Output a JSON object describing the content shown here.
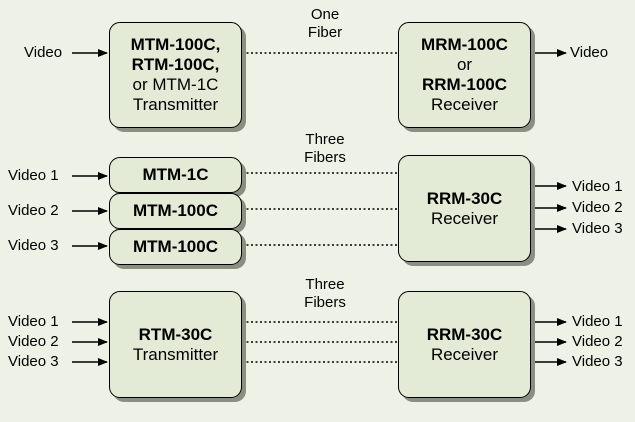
{
  "top": {
    "input": "Video",
    "fiber_label": [
      "One",
      "Fiber"
    ],
    "tx_lines": [
      "MTM-100C,",
      "RTM-100C,",
      "or MTM-1C",
      "Transmitter"
    ],
    "rx_lines": [
      "MRM-100C",
      "or",
      "RRM-100C",
      "Receiver"
    ],
    "output": "Video"
  },
  "middle": {
    "inputs": [
      "Video 1",
      "Video 2",
      "Video 3"
    ],
    "fiber_label": [
      "Three",
      "Fibers"
    ],
    "tx": [
      "MTM-1C",
      "MTM-100C",
      "MTM-100C"
    ],
    "rx_lines": [
      "RRM-30C",
      "Receiver"
    ],
    "outputs": [
      "Video 1",
      "Video 2",
      "Video 3"
    ]
  },
  "bottom": {
    "inputs": [
      "Video 1",
      "Video 2",
      "Video 3"
    ],
    "fiber_label": [
      "Three",
      "Fibers"
    ],
    "tx_lines": [
      "RTM-30C",
      "Transmitter"
    ],
    "rx_lines": [
      "RRM-30C",
      "Receiver"
    ],
    "outputs": [
      "Video 1",
      "Video 2",
      "Video 3"
    ]
  }
}
